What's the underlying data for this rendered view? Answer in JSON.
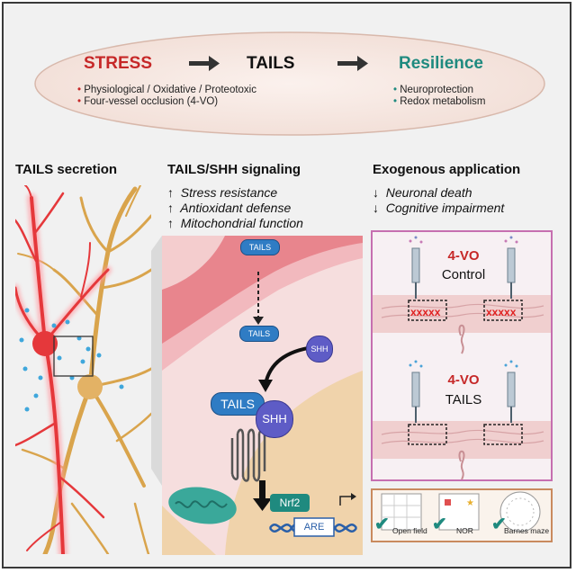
{
  "top": {
    "stress": "STRESS",
    "tails": "TAILS",
    "resilience": "Resilience",
    "stress_items": [
      "Physiological / Oxidative / Proteotoxic",
      "Four-vessel occlusion (4-VO)"
    ],
    "resilience_items": [
      "Neuroprotection",
      "Redox metabolism"
    ]
  },
  "sections": {
    "secretion_title": "TAILS secretion",
    "signaling_title": "TAILS/SHH signaling",
    "signaling_items": [
      "Stress resistance",
      "Antioxidant defense",
      "Mitochondrial function"
    ],
    "exogenous_title": "Exogenous application",
    "exogenous_items": [
      "Neuronal death",
      "Cognitive impairment"
    ]
  },
  "signaling": {
    "tails_small": "TAILS",
    "tails_mid": "TAILS",
    "shh_small": "SHH",
    "tails_big": "TAILS",
    "shh_big": "SHH",
    "nrf2": "Nrf2",
    "are": "ARE"
  },
  "exogenous": {
    "panel1_label": "4-VO",
    "panel1_sub": "Control",
    "panel2_label": "4-VO",
    "panel2_sub": "TAILS",
    "tests": [
      "Open field",
      "NOR",
      "Barnes maze"
    ]
  },
  "colors": {
    "stress": "#c62828",
    "resilience": "#1f8a7f",
    "panel_border": "#c66fb0",
    "tests_border": "#c98a5e"
  }
}
